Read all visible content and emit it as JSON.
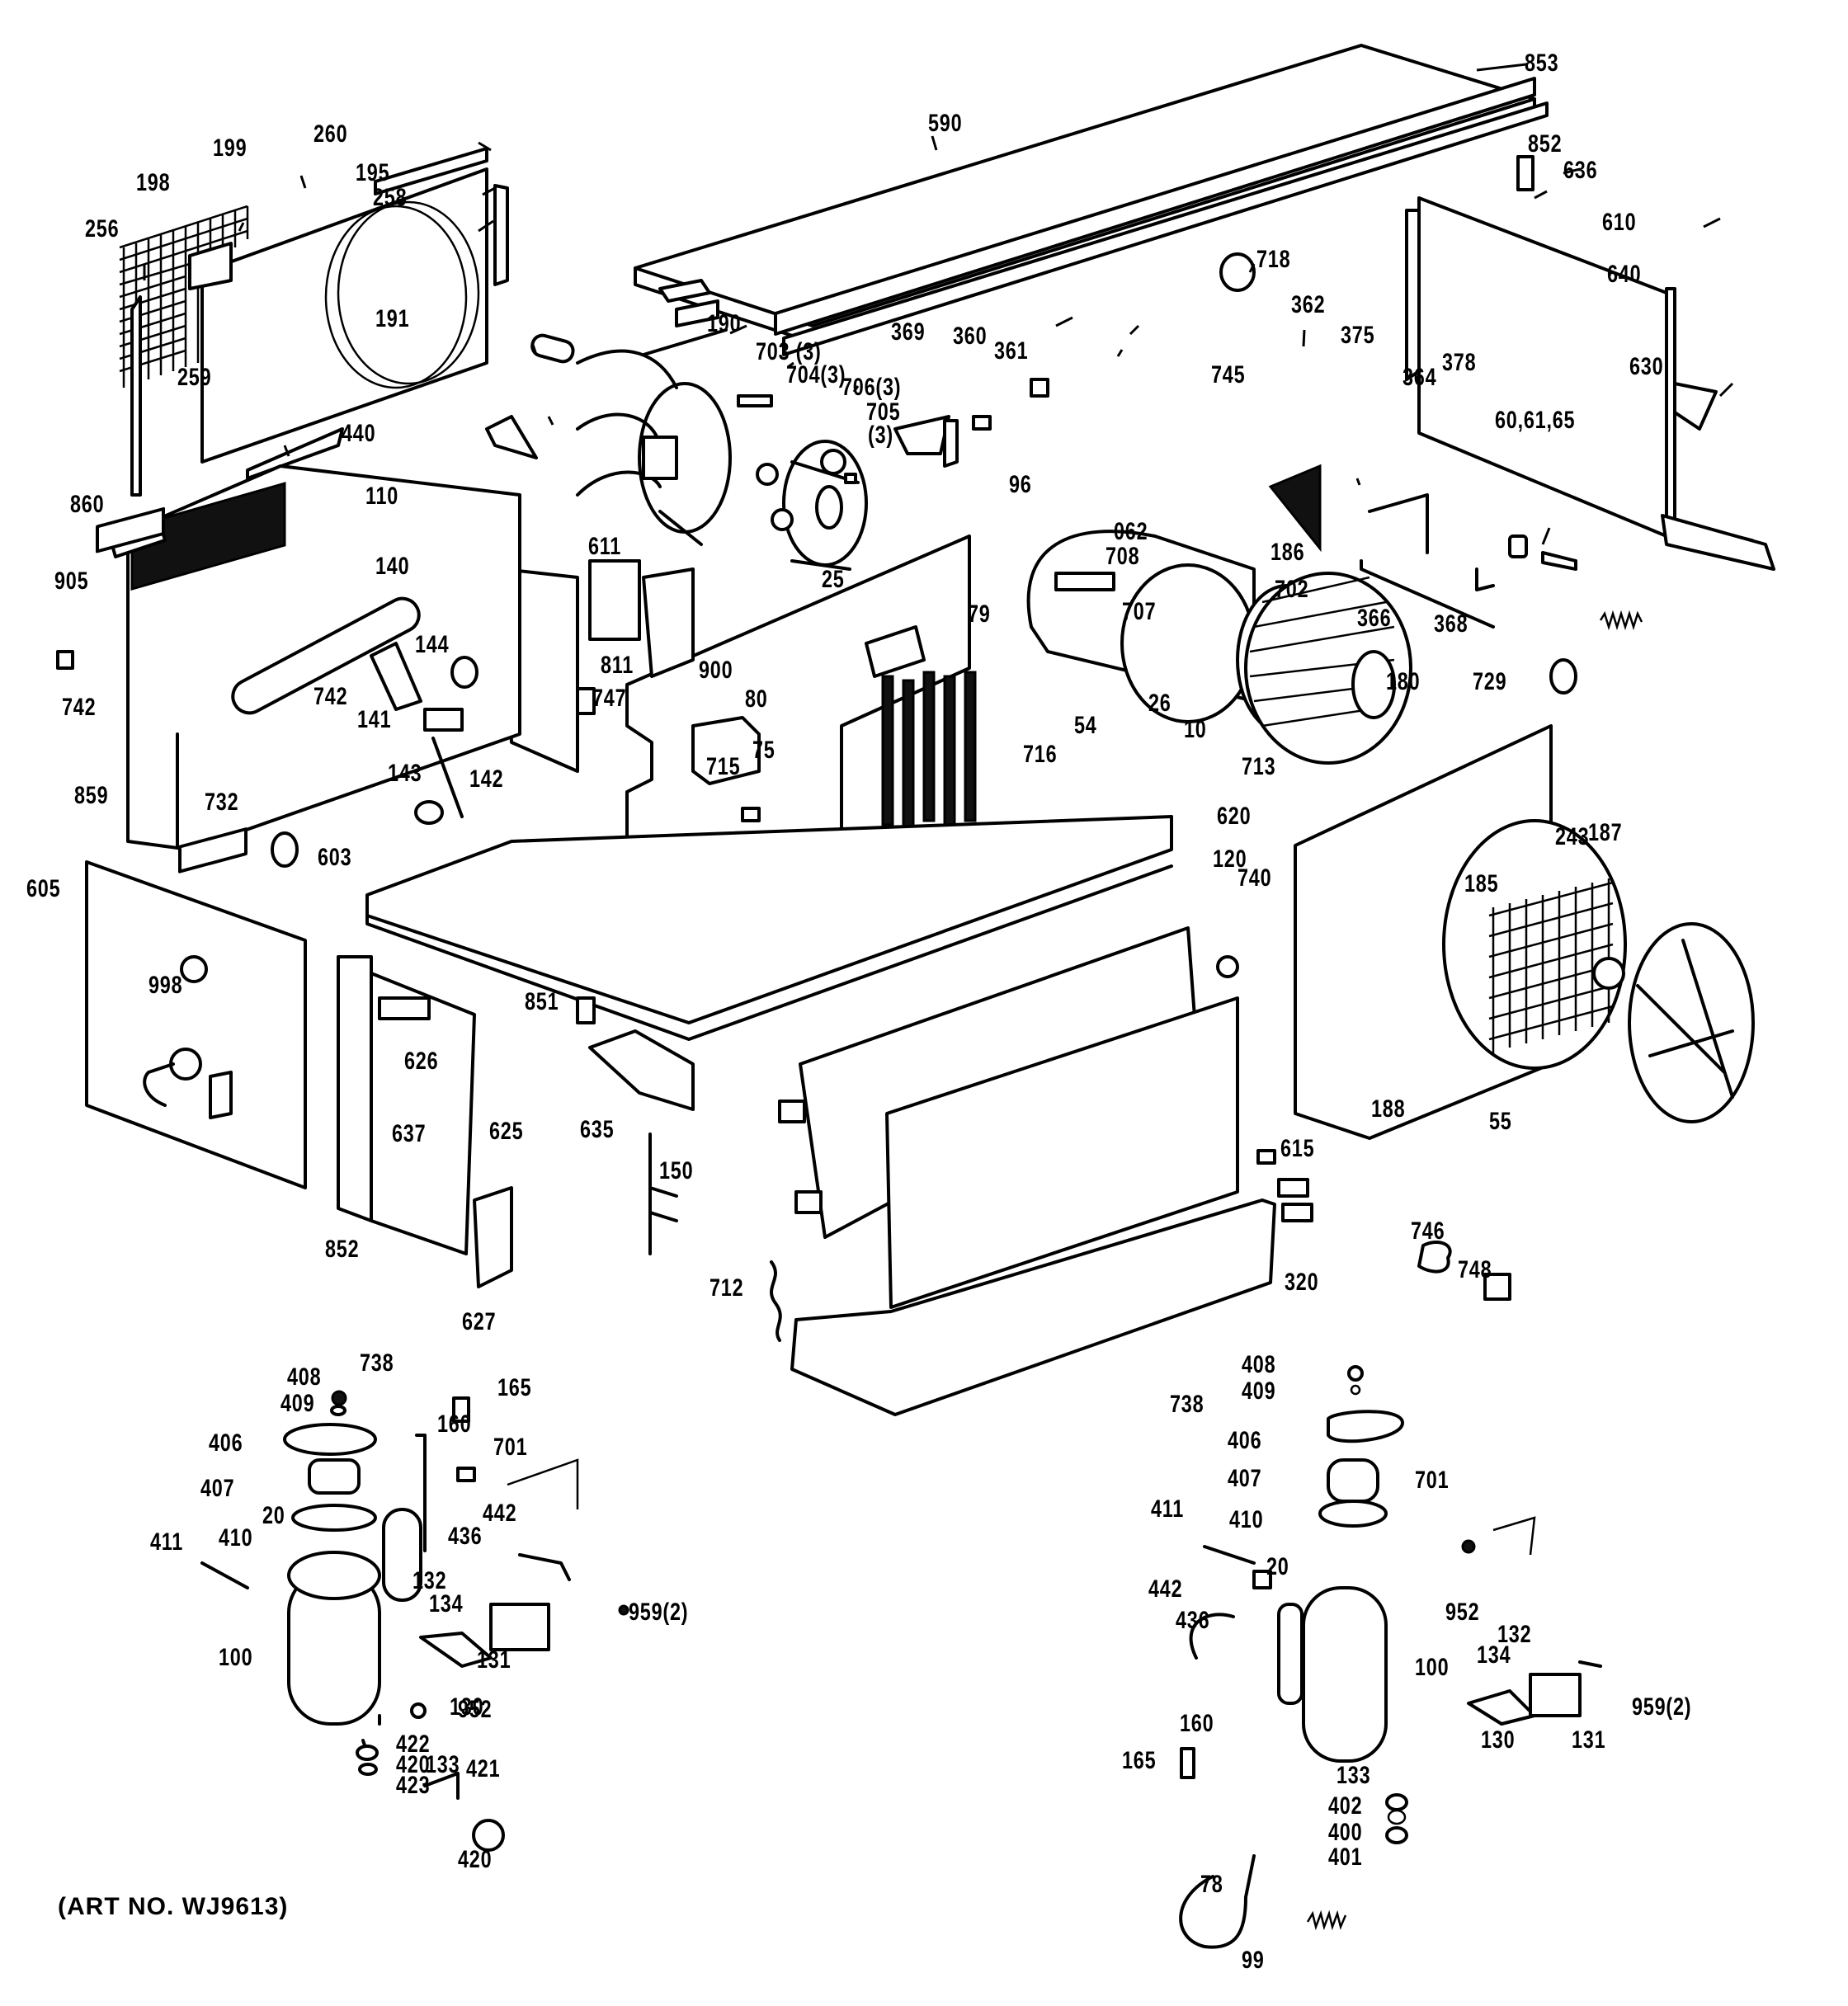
{
  "title": "Exploded parts diagram - room air conditioner chassis",
  "art_number": "(ART NO. WJ9613)",
  "labels": {
    "l853": "853",
    "l590": "590",
    "l260": "260",
    "l199": "199",
    "l198": "198",
    "l195": "195",
    "l258": "258",
    "l256": "256",
    "l191": "191",
    "l259": "259",
    "l440": "440",
    "l190": "190",
    "l703": "703 (3)",
    "l704": "704(3)",
    "l706": "706(3)",
    "l705": "705",
    "l705q": "(3)",
    "l369": "369",
    "l360": "360",
    "l361": "361",
    "l745": "745",
    "l718": "718",
    "l852a": "852",
    "l636": "636",
    "l610": "610",
    "l640": "640",
    "l630": "630",
    "l362": "362",
    "l375": "375",
    "l378": "378",
    "l364": "364",
    "l606165": "60,61,65",
    "l96": "96",
    "l062": "062",
    "l186": "186",
    "l702": "702",
    "l708": "708",
    "l707": "707",
    "l25": "25",
    "l860": "860",
    "l110": "110",
    "l905": "905",
    "l140": "140",
    "l611": "611",
    "l144": "144",
    "l742a": "742",
    "l742b": "742",
    "l141": "141",
    "l811": "811",
    "l747": "747",
    "l142": "142",
    "l143": "143",
    "l79": "79",
    "l900": "900",
    "l80": "80",
    "l75": "75",
    "l715": "715",
    "l54": "54",
    "l26": "26",
    "l366": "366",
    "l368": "368",
    "l180": "180",
    "l729": "729",
    "l10": "10",
    "l716": "716",
    "l713": "713",
    "l620": "620",
    "l859": "859",
    "l732": "732",
    "l603": "603",
    "l605": "605",
    "l998": "998",
    "l187": "187",
    "l185": "185",
    "l243": "243",
    "l120": "120",
    "l740": "740",
    "l851": "851",
    "l626": "626",
    "l637": "637",
    "l625": "625",
    "l635": "635",
    "l188": "188",
    "l55": "55",
    "l615": "615",
    "l852b": "852",
    "l150": "150",
    "l627": "627",
    "l712": "712",
    "l746": "746",
    "l748": "748",
    "l320": "320",
    "c1_408": "408",
    "c1_409": "409",
    "c1_738": "738",
    "c1_165": "165",
    "c1_406": "406",
    "c1_160": "160",
    "c1_701": "701",
    "c1_407": "407",
    "c1_442": "442",
    "c1_20": "20",
    "c1_410": "410",
    "c1_436": "436",
    "c1_411": "411",
    "c1_132": "132",
    "c1_959": "959(2)",
    "c1_134": "134",
    "c1_131": "131",
    "c1_100": "100",
    "c1_130": "130",
    "c1_952": "952",
    "c1_422": "422",
    "c1_420a": "420",
    "c1_133": "133",
    "c1_421": "421",
    "c1_423": "423",
    "c1_420b": "420",
    "c2_408": "408",
    "c2_409": "409",
    "c2_738": "738",
    "c2_406": "406",
    "c2_407": "407",
    "c2_410": "410",
    "c2_701": "701",
    "c2_411": "411",
    "c2_20": "20",
    "c2_442": "442",
    "c2_952": "952",
    "c2_436": "436",
    "c2_100": "100",
    "c2_132": "132",
    "c2_134": "134",
    "c2_959": "959(2)",
    "c2_160": "160",
    "c2_133": "133",
    "c2_130": "130",
    "c2_131": "131",
    "c2_165": "165",
    "c2_402": "402",
    "c2_400": "400",
    "c2_401": "401",
    "c2_78": "78",
    "c2_99": "99"
  }
}
